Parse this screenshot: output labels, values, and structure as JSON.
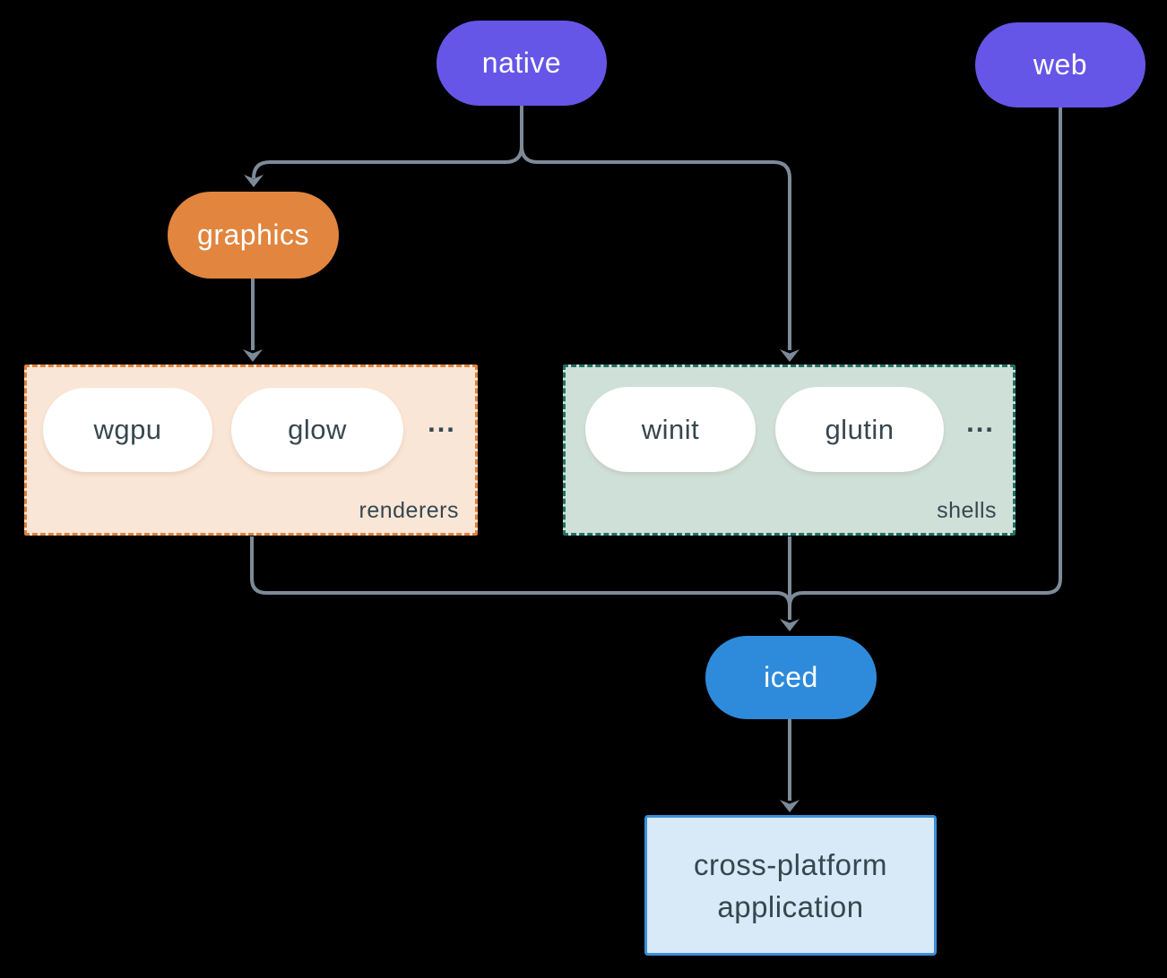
{
  "nodes": {
    "native": "native",
    "web": "web",
    "graphics": "graphics",
    "wgpu": "wgpu",
    "glow": "glow",
    "winit": "winit",
    "glutin": "glutin",
    "iced": "iced"
  },
  "groups": {
    "renderers": {
      "label": "renderers",
      "ellipsis": "..."
    },
    "shells": {
      "label": "shells",
      "ellipsis": "..."
    }
  },
  "app_box": {
    "line1": "cross-platform",
    "line2": "application"
  },
  "colors": {
    "background": "#000000",
    "connector": "#7d8a99",
    "node_purple": "#6656e7",
    "node_orange": "#e1853f",
    "node_blue": "#2e8bdb",
    "node_white": "#ffffff",
    "dark_text": "#37474f",
    "renderers_bg": "#fae6d6",
    "renderers_border": "#e0813c",
    "shells_bg": "#cfe0d9",
    "shells_border": "#227063",
    "app_bg": "#d8e9f8",
    "app_border": "#3d8ed8"
  }
}
